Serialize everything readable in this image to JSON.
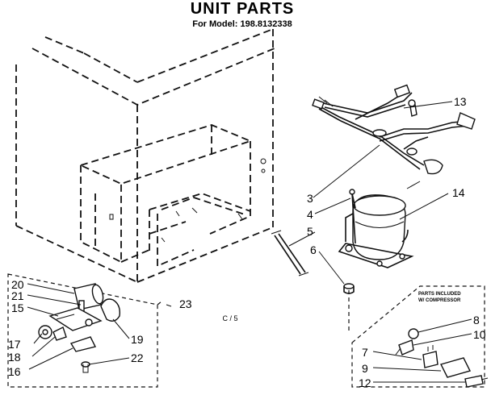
{
  "title": "UNIT PARTS",
  "subtitle": "For Model: 198.8132338",
  "box_note": {
    "line1": "PARTS INCLUDED",
    "line2": "W/ COMPRESSOR"
  },
  "page_note": "C / 5",
  "callouts": [
    {
      "id": "13",
      "label": "13"
    },
    {
      "id": "14",
      "label": "14"
    },
    {
      "id": "3",
      "label": "3"
    },
    {
      "id": "4",
      "label": "4"
    },
    {
      "id": "5",
      "label": "5"
    },
    {
      "id": "6",
      "label": "6"
    },
    {
      "id": "20",
      "label": "20"
    },
    {
      "id": "21",
      "label": "21"
    },
    {
      "id": "15",
      "label": "15"
    },
    {
      "id": "17",
      "label": "17"
    },
    {
      "id": "18",
      "label": "18"
    },
    {
      "id": "16",
      "label": "16"
    },
    {
      "id": "19",
      "label": "19"
    },
    {
      "id": "22",
      "label": "22"
    },
    {
      "id": "23",
      "label": "23"
    },
    {
      "id": "8",
      "label": "8"
    },
    {
      "id": "10",
      "label": "10"
    },
    {
      "id": "7",
      "label": "7"
    },
    {
      "id": "9",
      "label": "9"
    },
    {
      "id": "12",
      "label": "12"
    }
  ]
}
